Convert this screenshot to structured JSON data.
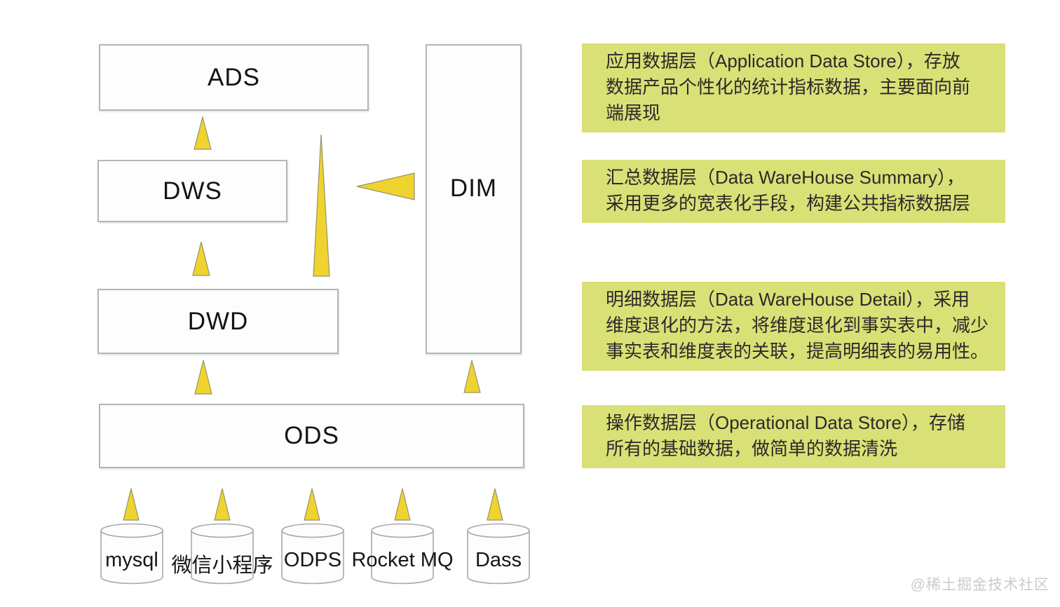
{
  "diagram": {
    "boxes": [
      {
        "id": "ads",
        "label": "ADS"
      },
      {
        "id": "dws",
        "label": "DWS"
      },
      {
        "id": "dwd",
        "label": "DWD"
      },
      {
        "id": "ods",
        "label": "ODS"
      },
      {
        "id": "dim",
        "label": "DIM"
      }
    ],
    "sources": [
      {
        "id": "mysql",
        "label": "mysql"
      },
      {
        "id": "wechat-miniprogram",
        "label": "微信小程序"
      },
      {
        "id": "odps",
        "label": "ODPS"
      },
      {
        "id": "rocketmq",
        "label": "Rocket MQ"
      },
      {
        "id": "dass",
        "label": "Dass"
      }
    ]
  },
  "annotations": [
    {
      "layer": "ADS",
      "text": "应用数据层（Application Data Store），存放\n数据产品个性化的统计指标数据，主要面向前\n端展现"
    },
    {
      "layer": "DWS",
      "text": "汇总数据层（Data WareHouse Summary），\n采用更多的宽表化手段，构建公共指标数据层"
    },
    {
      "layer": "DWD",
      "text": "明细数据层（Data WareHouse Detail），采用\n维度退化的方法，将维度退化到事实表中，减少\n事实表和维度表的关联，提高明细表的易用性。"
    },
    {
      "layer": "ODS",
      "text": "操作数据层（Operational Data Store），存储\n所有的基础数据，做简单的数据清洗"
    }
  ],
  "watermark": "@稀土掘金技术社区",
  "colors": {
    "highlight": "#d9e076",
    "arrow": "#efd32f",
    "box_border": "#b5b5b5"
  }
}
